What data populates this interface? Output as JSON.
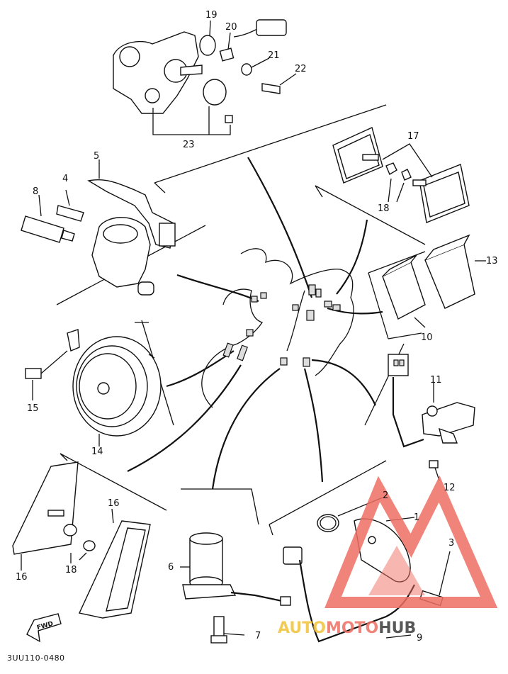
{
  "parts": [
    {
      "num": "1"
    },
    {
      "num": "2"
    },
    {
      "num": "3"
    },
    {
      "num": "4"
    },
    {
      "num": "5"
    },
    {
      "num": "6"
    },
    {
      "num": "7"
    },
    {
      "num": "8"
    },
    {
      "num": "9"
    },
    {
      "num": "10"
    },
    {
      "num": "11"
    },
    {
      "num": "12"
    },
    {
      "num": "13"
    },
    {
      "num": "14"
    },
    {
      "num": "15"
    },
    {
      "num": "16"
    },
    {
      "num": "16"
    },
    {
      "num": "17"
    },
    {
      "num": "18"
    },
    {
      "num": "18"
    },
    {
      "num": "19"
    },
    {
      "num": "20"
    },
    {
      "num": "21"
    },
    {
      "num": "22"
    },
    {
      "num": "23"
    }
  ],
  "diagram_code": "3UU110-0480",
  "fwd_label": "FWD",
  "watermark": {
    "part1": "AUTO",
    "part2": "MOTO",
    "part3": "HUB"
  },
  "colors": {
    "watermark_yellow": "#f0c23a",
    "watermark_red": "#ef6f63",
    "watermark_dark": "#3a3a3a"
  }
}
